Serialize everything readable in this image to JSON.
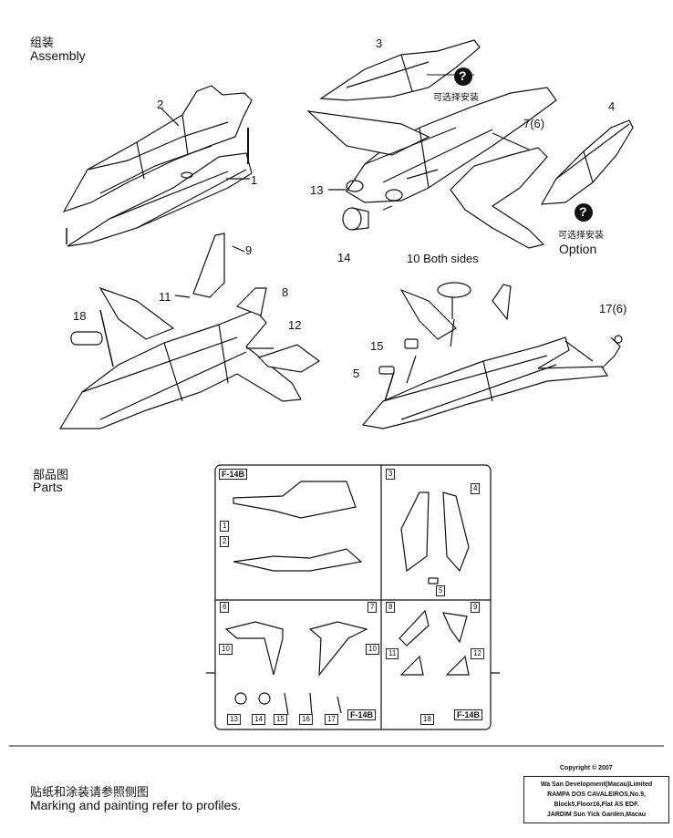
{
  "assembly": {
    "zh": "组装",
    "en": "Assembly"
  },
  "parts_title": {
    "zh": "部品图",
    "en": "Parts"
  },
  "optional_note_zh": "可选择安装",
  "option_en": "Option",
  "question_mark": "?",
  "callouts": {
    "c1": "1",
    "c2": "2",
    "c3": "3",
    "c4": "4",
    "c76": "7(6)",
    "c13": "13",
    "c14": "14",
    "c9": "9",
    "c11": "11",
    "c8": "8",
    "c18": "18",
    "c12": "12",
    "c10": "10 Both sides",
    "c15": "15",
    "c5": "5",
    "c176": "17(6)"
  },
  "sprue": {
    "model": "F-14B",
    "tags": [
      "1",
      "2",
      "3",
      "4",
      "5",
      "6",
      "7",
      "8",
      "9",
      "10",
      "10",
      "11",
      "12",
      "13",
      "14",
      "15",
      "16",
      "17",
      "18"
    ]
  },
  "footer": {
    "zh": "贴纸和涂装请参照侧图",
    "en": "Marking and painting refer to profiles.",
    "copyright": "Copyright © 2007",
    "company": [
      "Wa San Development(Macau)Limited",
      "RAMPA DOS CAVALEIROS,No.9,",
      "Block5,Floor16,Flat AS EDF.",
      "JARDIM Sun Yick Garden,Macau"
    ]
  }
}
